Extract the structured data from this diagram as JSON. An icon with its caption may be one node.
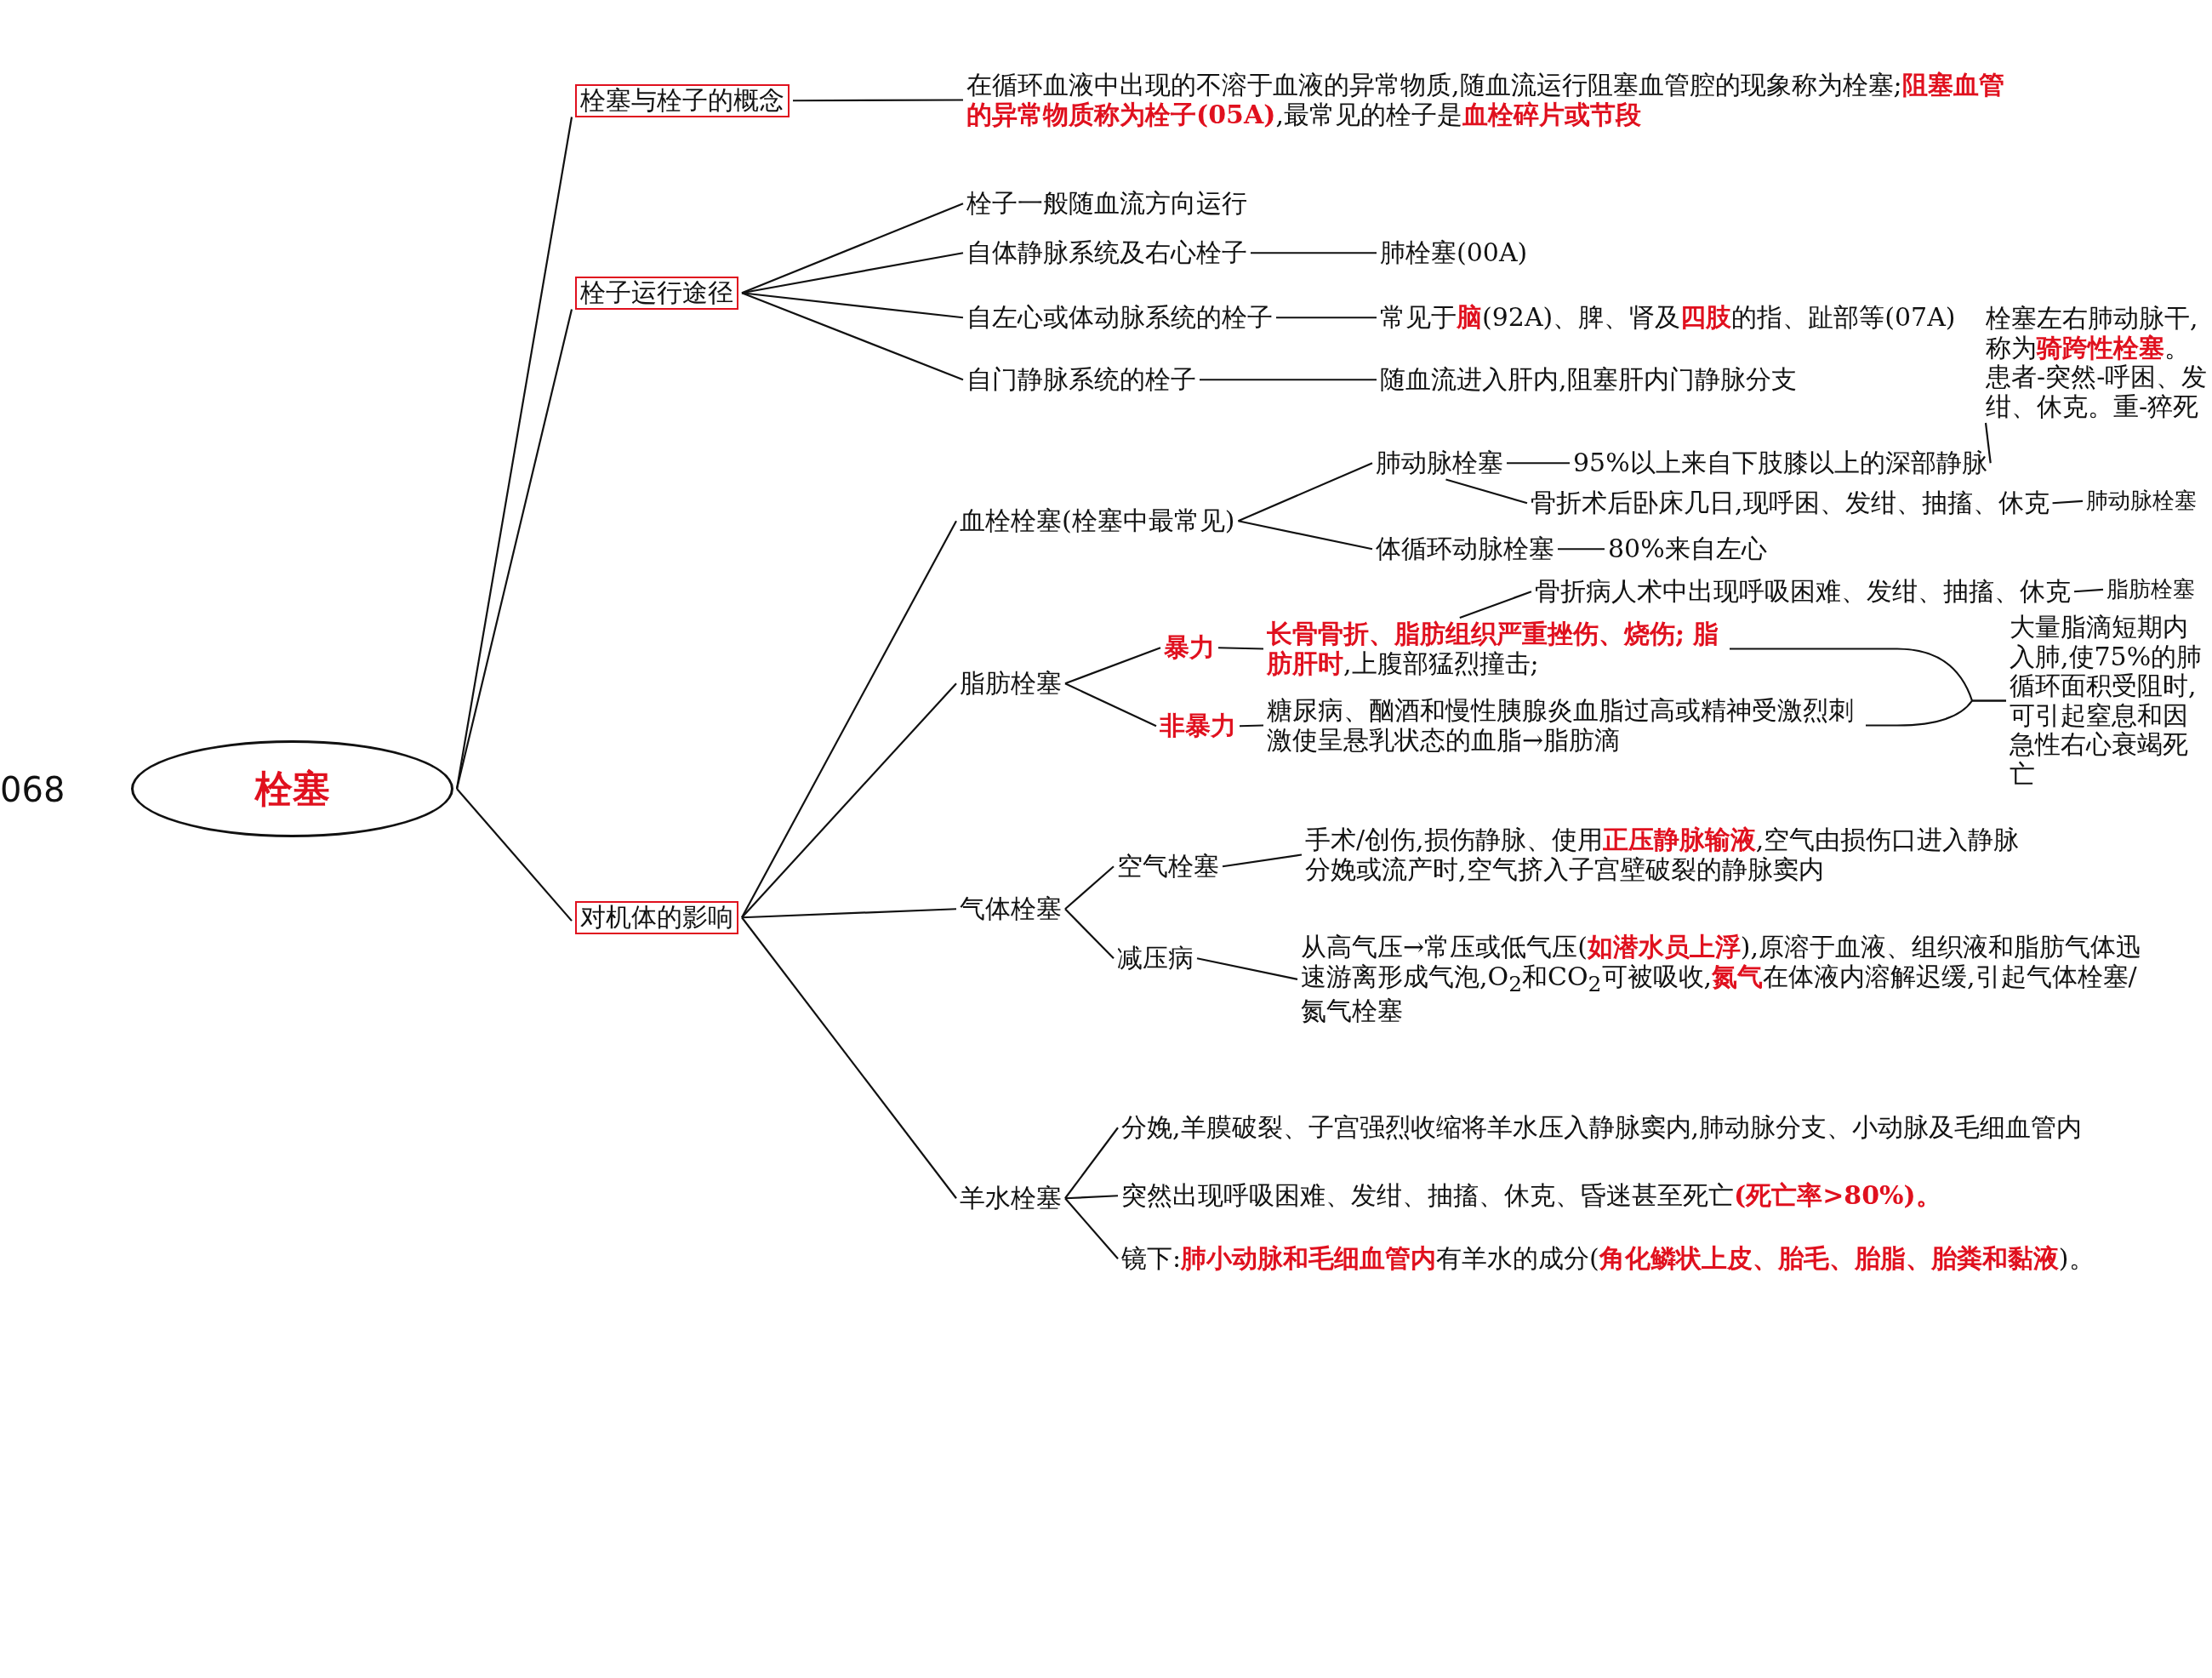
{
  "diagram": {
    "nodes": [
      {
        "text": [
          "栓塞"
        ]
      },
      {
        "text": [
          "栓塞与栓子的概念"
        ]
      },
      {
        "text": [
          "在循环血液中出现的不溶于血液的异常物质,随血流运行阻塞血管腔的现象称为栓塞;**阻塞血管的异常物质称为栓子(05A)**,最常见的栓子是**血栓碎片或节段**"
        ]
      },
      {
        "text": [
          "栓子运行途径"
        ]
      },
      {
        "text": [
          "栓子一般随血流方向运行"
        ]
      },
      {
        "text": [
          "自体静脉系统及右心栓子"
        ]
      },
      {
        "text": [
          "肺栓塞(00A)"
        ]
      },
      {
        "text": [
          "自左心或体动脉系统的栓子"
        ]
      },
      {
        "text": [
          "常见于**脑**(92A)、脾、肾及**四肢**的指、趾部等(07A)"
        ]
      },
      {
        "text": [
          "自门静脉系统的栓子"
        ]
      },
      {
        "text": [
          "随血流进入肝内,阻塞肝内门静脉分支"
        ]
      },
      {
        "text": [
          "对机体的影响"
        ]
      },
      {
        "text": [
          "血栓栓塞(栓塞中最常见)"
        ]
      },
      {
        "text": [
          "肺动脉栓塞"
        ]
      },
      {
        "text": [
          "95%以上来自下肢膝以上的深部静脉"
        ]
      },
      {
        "text": [
          "骨折术后卧床几日,现呼困、发绀、抽搐、休克"
        ]
      },
      {
        "text": [
          "肺动脉栓塞"
        ]
      },
      {
        "text": [
          "栓塞左右肺动脉干,称为**骑跨性栓塞**。患者-突然-呼困、发绀、休克。重-猝死"
        ]
      },
      {
        "text": [
          "体循环动脉栓塞"
        ]
      },
      {
        "text": [
          "80%来自左心"
        ]
      },
      {
        "text": [
          "脂肪栓塞"
        ]
      },
      {
        "text": [
          "暴力"
        ]
      },
      {
        "text": [
          "**长骨骨折、脂肪组织严重挫伤、烧伤;** **脂肪肝时**,上腹部猛烈撞击;"
        ]
      },
      {
        "text": [
          "骨折病人术中出现呼吸困难、发绀、抽搐、休克"
        ]
      },
      {
        "text": [
          "脂肪栓塞"
        ]
      },
      {
        "text": [
          "非暴力"
        ]
      },
      {
        "text": [
          "糖尿病、酗酒和慢性胰腺炎血脂过高或精神受激烈刺激使呈悬乳状态的血脂→脂肪滴"
        ]
      },
      {
        "text": [
          "大量脂滴短期内入肺,使75%的肺循环面积受阻时,可引起窒息和因急性右心衰竭死亡"
        ]
      },
      {
        "text": [
          "气体栓塞"
        ]
      },
      {
        "text": [
          "空气栓塞"
        ]
      },
      {
        "text": [
          "手术/创伤,损伤静脉、使用**正压静脉输液**,空气由损伤口进入静脉",
          "分娩或流产时,空气挤入子宫壁破裂的静脉窦内"
        ]
      },
      {
        "text": [
          "减压病"
        ]
      },
      {
        "text": [
          "从高气压→常压或低气压(**如潜水员上浮**),原溶于血液、组织液和脂肪气体迅速游离形成气泡,O$_{2}$和CO$_{2}$可被吸收,**氮气**在体液内溶解迟缓,引起气体栓塞/氮气栓塞"
        ]
      },
      {
        "text": [
          "羊水栓塞"
        ]
      },
      {
        "text": [
          "分娩,羊膜破裂、子宫强烈收缩将羊水压入静脉窦内,肺动脉分支、小动脉及毛细血管内"
        ]
      },
      {
        "text": [
          "突然出现呼吸困难、发绀、抽搐、休克、昏迷甚至死亡**(死亡率>80%)。**"
        ]
      },
      {
        "text": [
          "镜下:**肺小动脉和毛细血管内**有羊水的成分(**角化鳞状上皮、胎毛、胎脂、胎粪和黏液**)。"
        ]
      }
    ],
    "edges": [
      {
        "from": 0,
        "to": 1,
        "arrow": "none"
      },
      {
        "from": 0,
        "to": 3,
        "arrow": "none"
      },
      {
        "from": 0,
        "to": 11,
        "arrow": "none"
      },
      {
        "from": 1,
        "to": 2,
        "arrow": "none"
      },
      {
        "from": 3,
        "to": 4,
        "arrow": "none"
      },
      {
        "from": 3,
        "to": 5,
        "arrow": "none"
      },
      {
        "from": 3,
        "to": 7,
        "arrow": "none"
      },
      {
        "from": 3,
        "to": 9,
        "arrow": "none"
      },
      {
        "from": 5,
        "to": 6,
        "arrow": "none"
      },
      {
        "from": 7,
        "to": 8,
        "arrow": "none"
      },
      {
        "from": 9,
        "to": 10,
        "arrow": "none"
      },
      {
        "from": 11,
        "to": 12,
        "arrow": "none"
      },
      {
        "from": 11,
        "to": 20,
        "arrow": "none"
      },
      {
        "from": 11,
        "to": 28,
        "arrow": "none"
      },
      {
        "from": 11,
        "to": 33,
        "arrow": "none"
      },
      {
        "from": 12,
        "to": 13,
        "arrow": "none"
      },
      {
        "from": 12,
        "to": 18,
        "arrow": "none"
      },
      {
        "from": 13,
        "to": 14,
        "arrow": "none"
      },
      {
        "from": 13,
        "to": 15,
        "arrow": "none"
      },
      {
        "from": 15,
        "to": 16,
        "arrow": "none"
      },
      {
        "from": 14,
        "to": 17,
        "arrow": "none"
      },
      {
        "from": 18,
        "to": 19,
        "arrow": "none"
      },
      {
        "from": 20,
        "to": 21,
        "arrow": "none"
      },
      {
        "from": 20,
        "to": 25,
        "arrow": "none"
      },
      {
        "from": 21,
        "to": 22,
        "arrow": "none"
      },
      {
        "from": 25,
        "to": 26,
        "arrow": "none"
      },
      {
        "from": 22,
        "to": 23,
        "arrow": "none"
      },
      {
        "from": 23,
        "to": 24,
        "arrow": "none"
      },
      {
        "from": 22,
        "to": 27,
        "arrow": "none"
      },
      {
        "from": 26,
        "to": 27,
        "arrow": "none"
      },
      {
        "from": 28,
        "to": 29,
        "arrow": "none"
      },
      {
        "from": 28,
        "to": 31,
        "arrow": "none"
      },
      {
        "from": 29,
        "to": 30,
        "arrow": "none"
      },
      {
        "from": 31,
        "to": 32,
        "arrow": "none"
      },
      {
        "from": 33,
        "to": 34,
        "arrow": "none"
      },
      {
        "from": 33,
        "to": 35,
        "arrow": "none"
      },
      {
        "from": 33,
        "to": 36,
        "arrow": "none"
      }
    ],
    "labels": [
      "068"
    ]
  }
}
